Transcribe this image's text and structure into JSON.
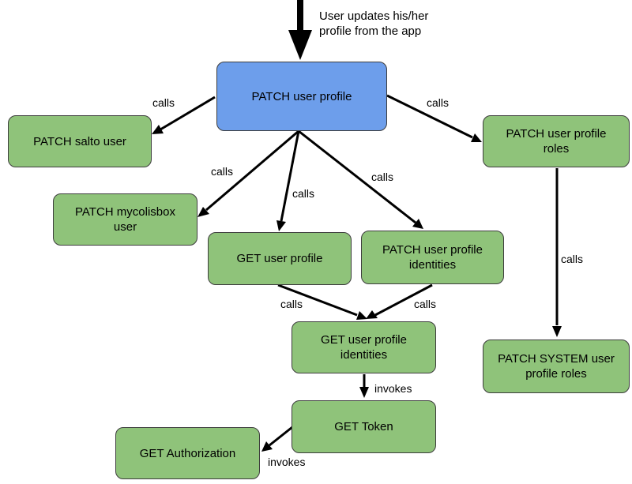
{
  "note": {
    "line1": "User updates his/her",
    "line2": "profile from the app"
  },
  "nodes": {
    "patch_user_profile": {
      "line1": "PATCH user profile"
    },
    "patch_salto_user": {
      "line1": "PATCH salto user"
    },
    "patch_mycolisbox_user": {
      "line1": "PATCH mycolisbox",
      "line2": "user"
    },
    "get_user_profile": {
      "line1": "GET user profile"
    },
    "patch_user_profile_identities": {
      "line1": "PATCH user profile",
      "line2": "identities"
    },
    "patch_user_profile_roles": {
      "line1": "PATCH user profile",
      "line2": "roles"
    },
    "get_user_profile_identities": {
      "line1": "GET user profile",
      "line2": "identities"
    },
    "patch_system_user_profile_roles": {
      "line1": "PATCH SYSTEM user",
      "line2": "profile roles"
    },
    "get_token": {
      "line1": "GET Token"
    },
    "get_authorization": {
      "line1": "GET Authorization"
    }
  },
  "edges": [
    {
      "from": "app",
      "to": "patch_user_profile",
      "label": ""
    },
    {
      "from": "patch_user_profile",
      "to": "patch_salto_user",
      "label": "calls"
    },
    {
      "from": "patch_user_profile",
      "to": "patch_mycolisbox_user",
      "label": "calls"
    },
    {
      "from": "patch_user_profile",
      "to": "get_user_profile",
      "label": "calls"
    },
    {
      "from": "patch_user_profile",
      "to": "patch_user_profile_identities",
      "label": "calls"
    },
    {
      "from": "patch_user_profile",
      "to": "patch_user_profile_roles",
      "label": "calls"
    },
    {
      "from": "get_user_profile",
      "to": "get_user_profile_identities",
      "label": "calls"
    },
    {
      "from": "patch_user_profile_identities",
      "to": "get_user_profile_identities",
      "label": "calls"
    },
    {
      "from": "patch_user_profile_roles",
      "to": "patch_system_user_profile_roles",
      "label": "calls"
    },
    {
      "from": "get_user_profile_identities",
      "to": "get_token",
      "label": "invokes"
    },
    {
      "from": "get_token",
      "to": "get_authorization",
      "label": "invokes"
    }
  ]
}
